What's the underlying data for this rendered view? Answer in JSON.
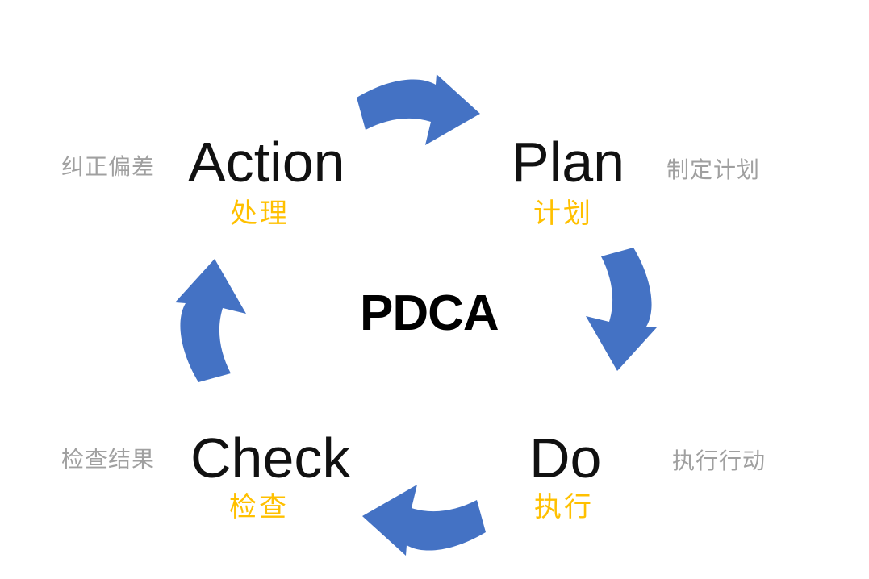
{
  "title": "PDCA",
  "stages": {
    "plan": {
      "en": "Plan",
      "zh": "计划",
      "desc": "制定计划"
    },
    "do": {
      "en": "Do",
      "zh": "执行",
      "desc": "执行行动"
    },
    "check": {
      "en": "Check",
      "zh": "检查",
      "desc": "检查结果"
    },
    "action": {
      "en": "Action",
      "zh": "处理",
      "desc": "纠正偏差"
    }
  },
  "arrows": {
    "action_to_plan": {
      "icon": "curved-arrow-right-icon",
      "from": "Action",
      "to": "Plan"
    },
    "plan_to_do": {
      "icon": "curved-arrow-down-icon",
      "from": "Plan",
      "to": "Do"
    },
    "do_to_check": {
      "icon": "curved-arrow-left-icon",
      "from": "Do",
      "to": "Check"
    },
    "check_to_action": {
      "icon": "curved-arrow-up-icon",
      "from": "Check",
      "to": "Action"
    }
  },
  "colors": {
    "arrow_blue": "#4472C4",
    "accent_yellow": "#FFC000",
    "desc_gray": "#A0A0A0",
    "text_black": "#111111",
    "background": "#FFFFFF"
  }
}
